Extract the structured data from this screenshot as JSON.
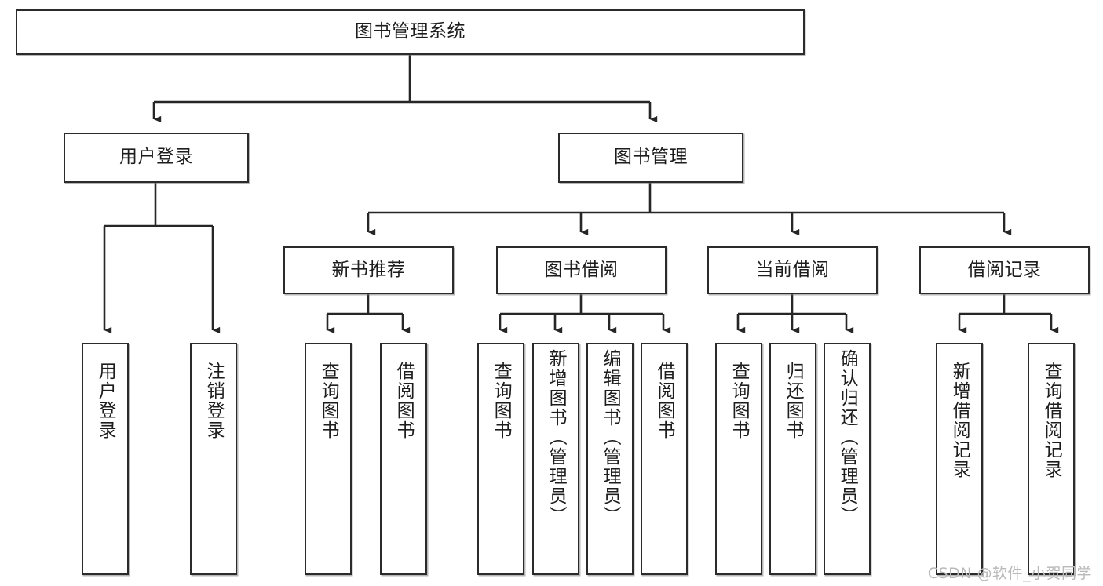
{
  "diagram": {
    "type": "tree",
    "title": "图书管理系统",
    "watermark": "CSDN @软件_小贺同学",
    "colors": {
      "box_border": "#2b2b2b",
      "box_fill": "#ffffff",
      "connector": "#1d1d1d",
      "text": "#1d1d1d",
      "watermark": "#b9b9b9"
    },
    "nodes": {
      "root": {
        "label": "图书管理系统"
      },
      "level2": [
        {
          "label": "用户登录"
        },
        {
          "label": "图书管理"
        }
      ],
      "level3": [
        {
          "label": "新书推荐"
        },
        {
          "label": "图书借阅"
        },
        {
          "label": "当前借阅"
        },
        {
          "label": "借阅记录"
        }
      ],
      "leaves": {
        "user_login": [
          {
            "label": "用户登录"
          },
          {
            "label": "注销登录"
          }
        ],
        "new_book": [
          {
            "label": "查询图书"
          },
          {
            "label": "借阅图书"
          }
        ],
        "book_borrow": [
          {
            "label": "查询图书"
          },
          {
            "label": "新增图书（管理员）"
          },
          {
            "label": "编辑图书（管理员）"
          },
          {
            "label": "借阅图书"
          }
        ],
        "current_borrow": [
          {
            "label": "查询图书"
          },
          {
            "label": "归还图书"
          },
          {
            "label": "确认归还（管理员）"
          }
        ],
        "borrow_record": [
          {
            "label": "新增借阅记录"
          },
          {
            "label": "查询借阅记录"
          }
        ]
      }
    }
  }
}
